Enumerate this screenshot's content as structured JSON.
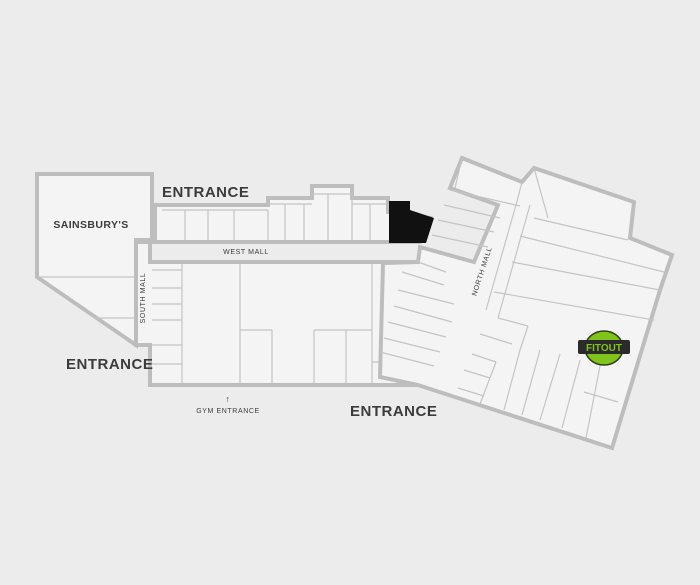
{
  "map": {
    "labels": {
      "sainsburys": "SAINSBURY'S",
      "entrance_top": "ENTRANCE",
      "entrance_left": "ENTRANCE",
      "entrance_bottom": "ENTRANCE",
      "west_mall": "WEST MALL",
      "south_mall": "SOUTH MALL",
      "north_mall": "NORTH MALL",
      "gym_entrance": "GYM ENTRANCE",
      "gym_arrow": "↑"
    },
    "highlighted_unit": {
      "color": "#111111"
    },
    "logo": {
      "text": "FITOUT",
      "color": "#7fc31c"
    },
    "colors": {
      "background": "#ececec",
      "floor": "#f4f4f4",
      "walls": "#bdbdbd"
    }
  }
}
